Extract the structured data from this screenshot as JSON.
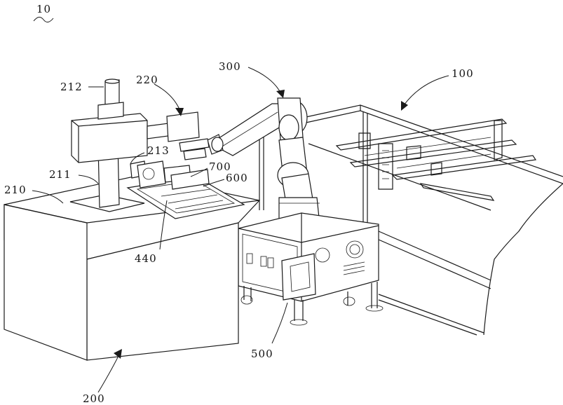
{
  "figure": {
    "ref_main": "10",
    "labels": {
      "l100": "100",
      "l200": "200",
      "l210": "210",
      "l211": "211",
      "l212": "212",
      "l213": "213",
      "l220": "220",
      "l300": "300",
      "l440": "440",
      "l500": "500",
      "l600": "600",
      "l700": "700"
    }
  }
}
